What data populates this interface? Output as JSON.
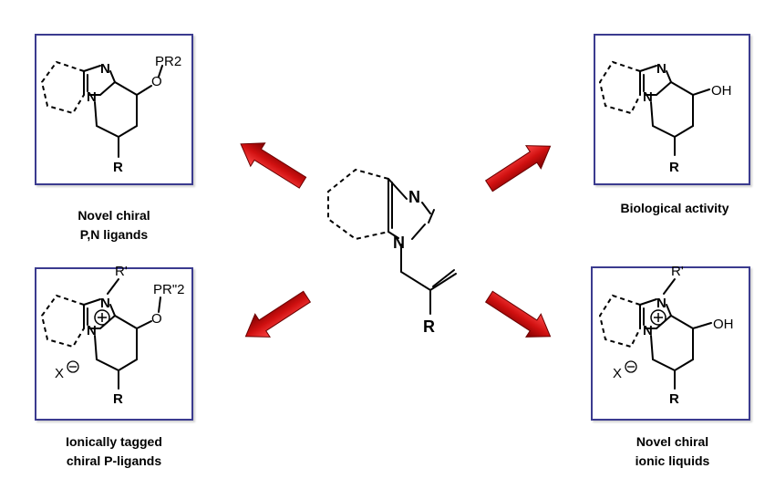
{
  "panels": {
    "top_left": {
      "caption_line1": "Novel chiral",
      "caption_line2": "P,N ligands",
      "label_group": "O",
      "label_p": "PR2",
      "label_n1": "N",
      "label_n2": "N",
      "label_r": "R"
    },
    "top_right": {
      "caption": "Biological activity",
      "label_oh": "OH",
      "label_n1": "N",
      "label_n2": "N",
      "label_r": "R"
    },
    "bottom_left": {
      "caption_line1": "Ionically tagged",
      "caption_line2": "chiral P-ligands",
      "label_rprime": "R'",
      "label_p": "PR\"2",
      "label_o": "O",
      "label_x": "X",
      "label_n1": "N",
      "label_n2": "N",
      "label_r": "R"
    },
    "bottom_right": {
      "caption_line1": "Novel chiral",
      "caption_line2": "ionic liquids",
      "label_rprime": "R'",
      "label_oh": "OH",
      "label_x": "X",
      "label_n1": "N",
      "label_n2": "N",
      "label_r": "R"
    }
  },
  "center": {
    "label_n1": "N",
    "label_n3": "N",
    "label_r": "R"
  },
  "colors": {
    "arrow": "#cc1111",
    "panel_border": "#3b3b8f"
  }
}
